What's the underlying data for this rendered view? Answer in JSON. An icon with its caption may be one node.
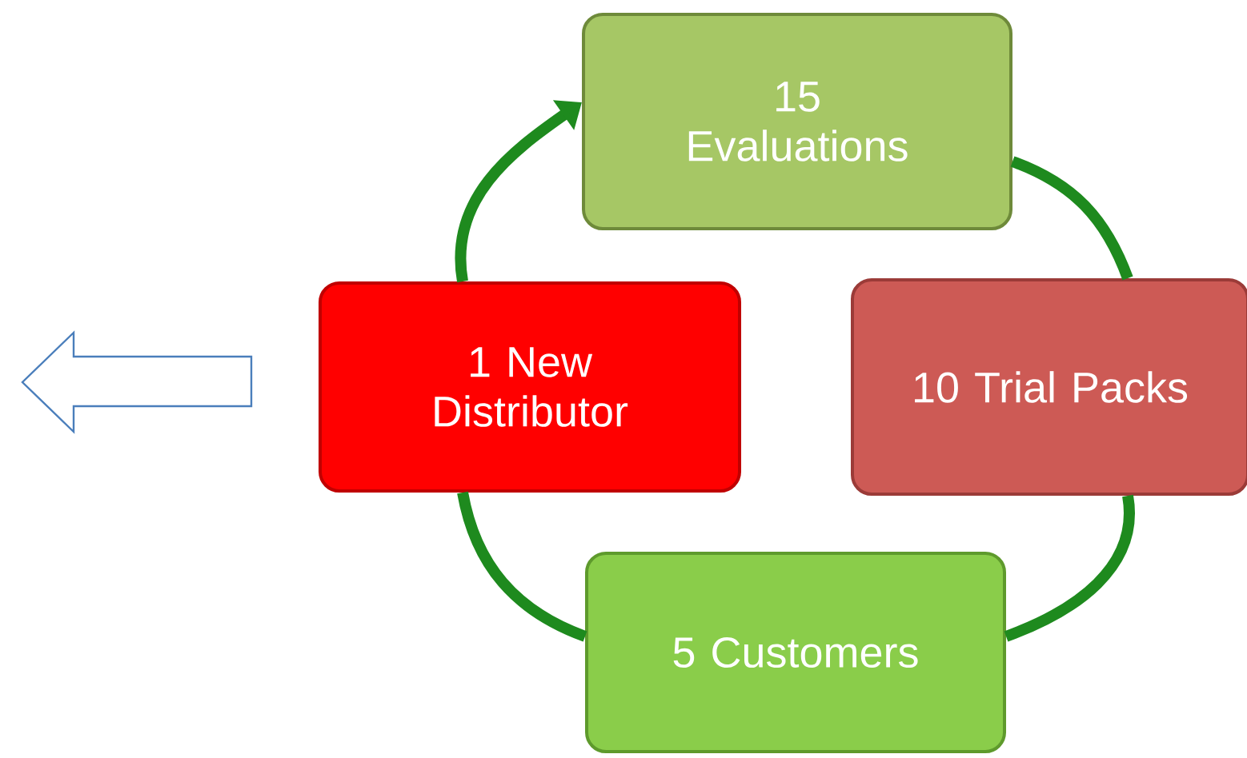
{
  "diagram": {
    "nodes": [
      {
        "text": [
          "15 Evaluations"
        ]
      },
      {
        "text": [
          "10 Trial Packs"
        ]
      },
      {
        "text": [
          "5 Customers"
        ]
      },
      {
        "text": [
          "1 New Distributor"
        ]
      }
    ],
    "edges": [
      {
        "from": 0,
        "to": 1,
        "arrow": "none"
      },
      {
        "from": 1,
        "to": 2,
        "arrow": "none"
      },
      {
        "from": 2,
        "to": 3,
        "arrow": "none"
      },
      {
        "from": 3,
        "to": 0,
        "arrow": "to"
      }
    ]
  }
}
